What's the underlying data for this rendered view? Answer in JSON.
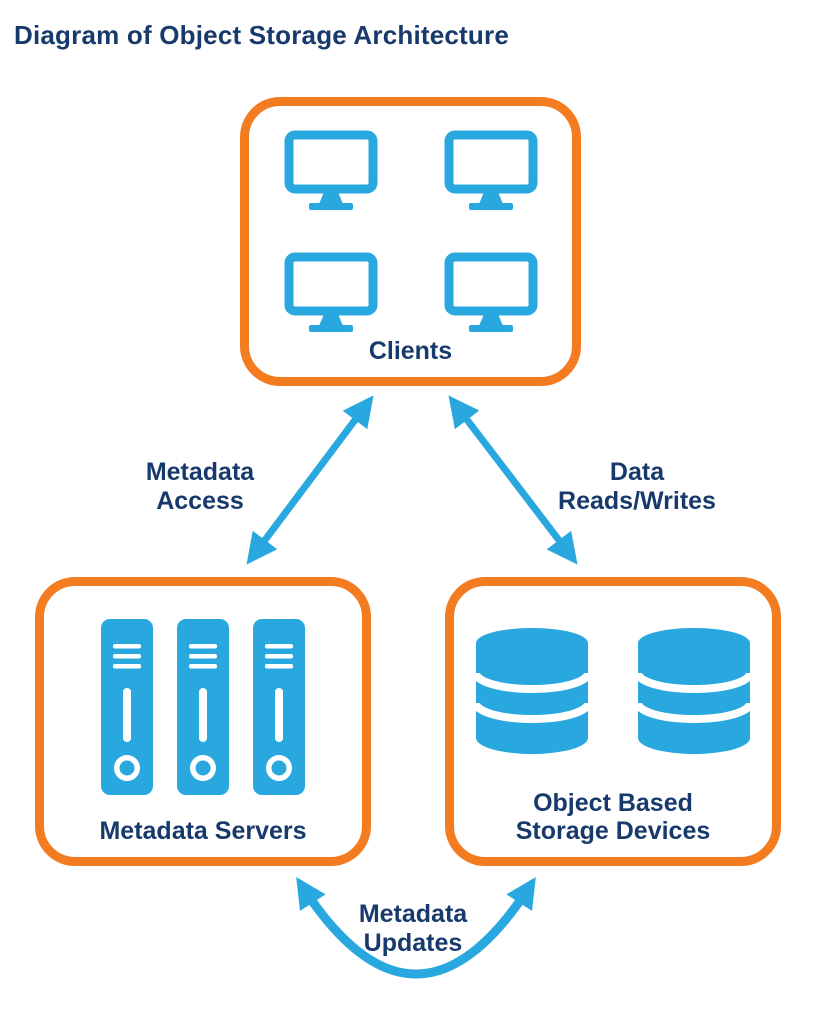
{
  "title": "Diagram of Object Storage Architecture",
  "colors": {
    "orange": "#F47C20",
    "blue": "#29A8E0",
    "navy": "#17396B"
  },
  "nodes": {
    "clients": {
      "label": "Clients",
      "icon": "monitor-icon",
      "icon_count": 4
    },
    "metadata_servers": {
      "label": "Metadata Servers",
      "icon": "server-icon",
      "icon_count": 3
    },
    "object_storage": {
      "label_line1": "Object Based",
      "label_line2": "Storage Devices",
      "icon": "database-cylinder-icon",
      "icon_count": 2
    }
  },
  "edges": {
    "metadata_access": {
      "from": "clients",
      "to": "metadata_servers",
      "label_line1": "Metadata",
      "label_line2": "Access",
      "style": "double-headed-arrow"
    },
    "data_reads_writes": {
      "from": "clients",
      "to": "object_storage",
      "label_line1": "Data",
      "label_line2": "Reads/Writes",
      "style": "double-headed-arrow"
    },
    "metadata_updates": {
      "from": "metadata_servers",
      "to": "object_storage",
      "label_line1": "Metadata",
      "label_line2": "Updates",
      "style": "curved-double-headed-arrow"
    }
  }
}
